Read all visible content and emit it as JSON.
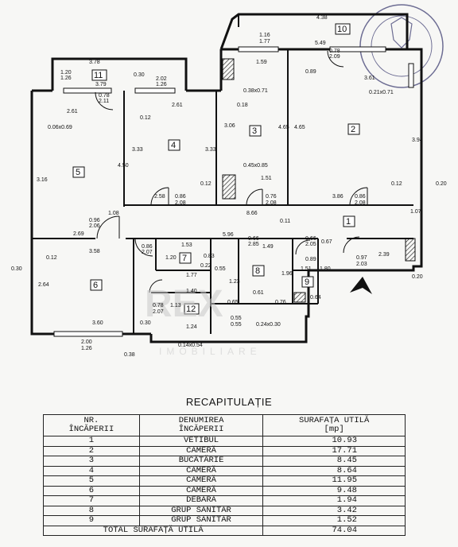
{
  "plan": {
    "watermark": "IMOBILIARE",
    "compass": "north-arrow-icon",
    "rooms": [
      {
        "id": "1",
        "label": "1"
      },
      {
        "id": "2",
        "label": "2"
      },
      {
        "id": "3",
        "label": "3"
      },
      {
        "id": "4",
        "label": "4"
      },
      {
        "id": "5",
        "label": "5"
      },
      {
        "id": "6",
        "label": "6"
      },
      {
        "id": "7",
        "label": "7"
      },
      {
        "id": "8",
        "label": "8"
      },
      {
        "id": "9",
        "label": "9"
      },
      {
        "id": "10",
        "label": "10"
      },
      {
        "id": "11",
        "label": "11"
      },
      {
        "id": "12",
        "label": "12"
      }
    ],
    "dimensions": [
      "4.38",
      "1.16",
      "1.77",
      "0.78",
      "2.09",
      "5.49",
      "3.78",
      "1.59",
      "0.89",
      "0.38x0.71",
      "3.61",
      "1.20",
      "1.26",
      "3.79",
      "0.30",
      "2.02",
      "1.26",
      "0.78",
      "2.11",
      "2.61",
      "0.12",
      "2.61",
      "0.18",
      "0.21x0.71",
      "0.06x0.69",
      "3.06",
      "4.65",
      "4.65",
      "3.94",
      "3.16",
      "4.50",
      "3.33",
      "3.33",
      "0.45x0.85",
      "1.51",
      "2.58",
      "0.86",
      "2.08",
      "0.12",
      "0.76",
      "2.08",
      "3.86",
      "0.86",
      "2.08",
      "0.12",
      "0.20",
      "0.96",
      "2.06",
      "1.08",
      "8.66",
      "0.11",
      "1.07",
      "2.69",
      "0.86",
      "2.07",
      "1.53",
      "5.96",
      "0.66",
      "2.85",
      "1.49",
      "0.66",
      "2.05",
      "0.67",
      "0.12",
      "3.58",
      "0.83",
      "1.20",
      "0.89",
      "0.97",
      "2.03",
      "2.39",
      "0.22",
      "0.55",
      "1.51",
      "1.80",
      "1.96",
      "0.30",
      "1.77",
      "1.23",
      "0.20",
      "2.64",
      "1.40",
      "0.61",
      "0.65",
      "0.76",
      "0.64",
      "0.78",
      "2.07",
      "1.13",
      "0.55",
      "0.55",
      "0.24x0.30",
      "3.60",
      "0.30",
      "1.24",
      "2.00",
      "1.26",
      "0.38",
      "0.14x0.54"
    ]
  },
  "recap": {
    "title": "RECAPITULAȚIE",
    "headers": {
      "nr_1": "NR.",
      "nr_2": "ÎNCĂPERII",
      "name_1": "DENUMIREA",
      "name_2": "ÎNCĂPERII",
      "area_1": "SURAFAȚA UTILĂ",
      "area_2": "[mp]"
    },
    "rows": [
      {
        "nr": "1",
        "name": "VETIBUL",
        "area": "10.93"
      },
      {
        "nr": "2",
        "name": "CAMERĂ",
        "area": "17.71"
      },
      {
        "nr": "3",
        "name": "BUCĂTĂRIE",
        "area": "8.45"
      },
      {
        "nr": "4",
        "name": "CAMERĂ",
        "area": "8.64"
      },
      {
        "nr": "5",
        "name": "CAMERĂ",
        "area": "11.95"
      },
      {
        "nr": "6",
        "name": "CAMERĂ",
        "area": "9.48"
      },
      {
        "nr": "7",
        "name": "DEBARA",
        "area": "1.94"
      },
      {
        "nr": "8",
        "name": "GRUP SANITAR",
        "area": "3.42"
      },
      {
        "nr": "9",
        "name": "GRUP SANITAR",
        "area": "1.52"
      }
    ],
    "total_label": "TOTAL SURAFAȚĂ UTILĂ",
    "total_value": "74.04"
  }
}
